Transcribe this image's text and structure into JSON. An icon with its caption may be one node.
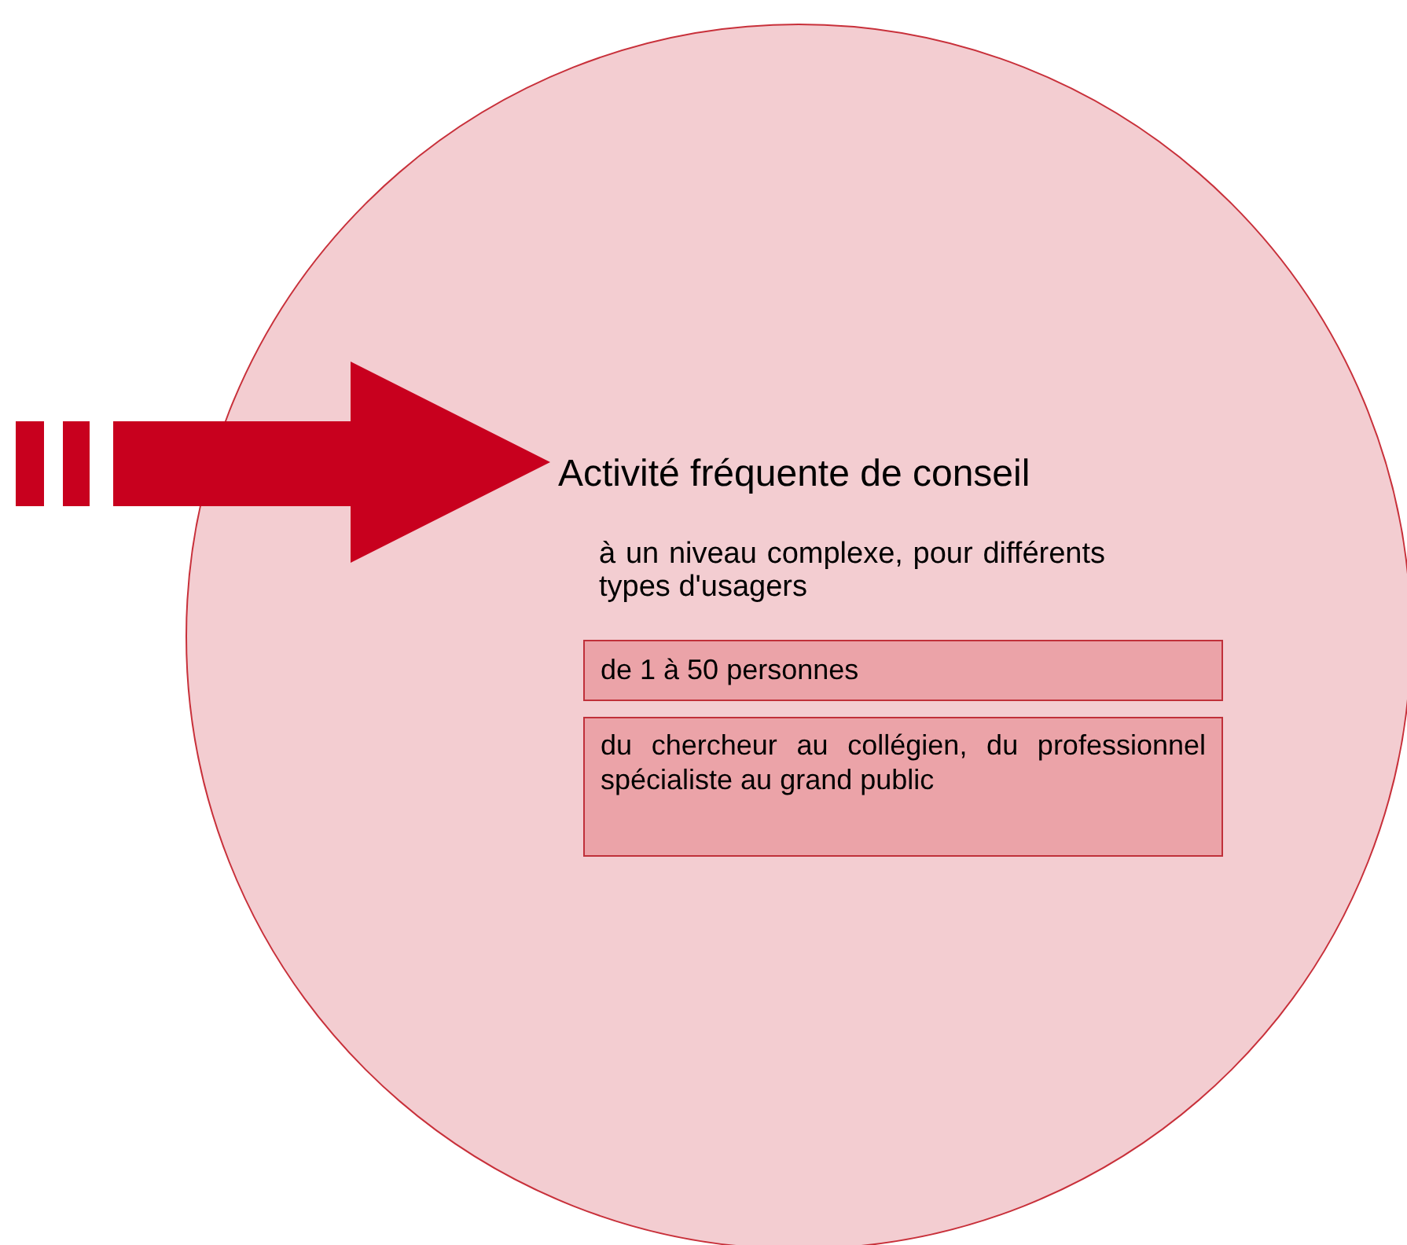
{
  "diagram": {
    "nodes": [
      {
        "text": [
          "à un niveau complexe, pour différents types d'usagers"
        ]
      },
      {
        "text": [
          "Activité fréquente de conseil"
        ],
        "in": 0
      },
      {
        "text": [
          "de 1 à 50 personnes"
        ],
        "in": 0
      },
      {
        "text": [
          "du chercheur au collégien, du professionnel spécialiste au grand public"
        ],
        "in": 0
      }
    ],
    "edges": [
      {
        "from": null,
        "to": 1,
        "arrow": "to",
        "style": "thick",
        "color": "#c8001e"
      }
    ]
  }
}
